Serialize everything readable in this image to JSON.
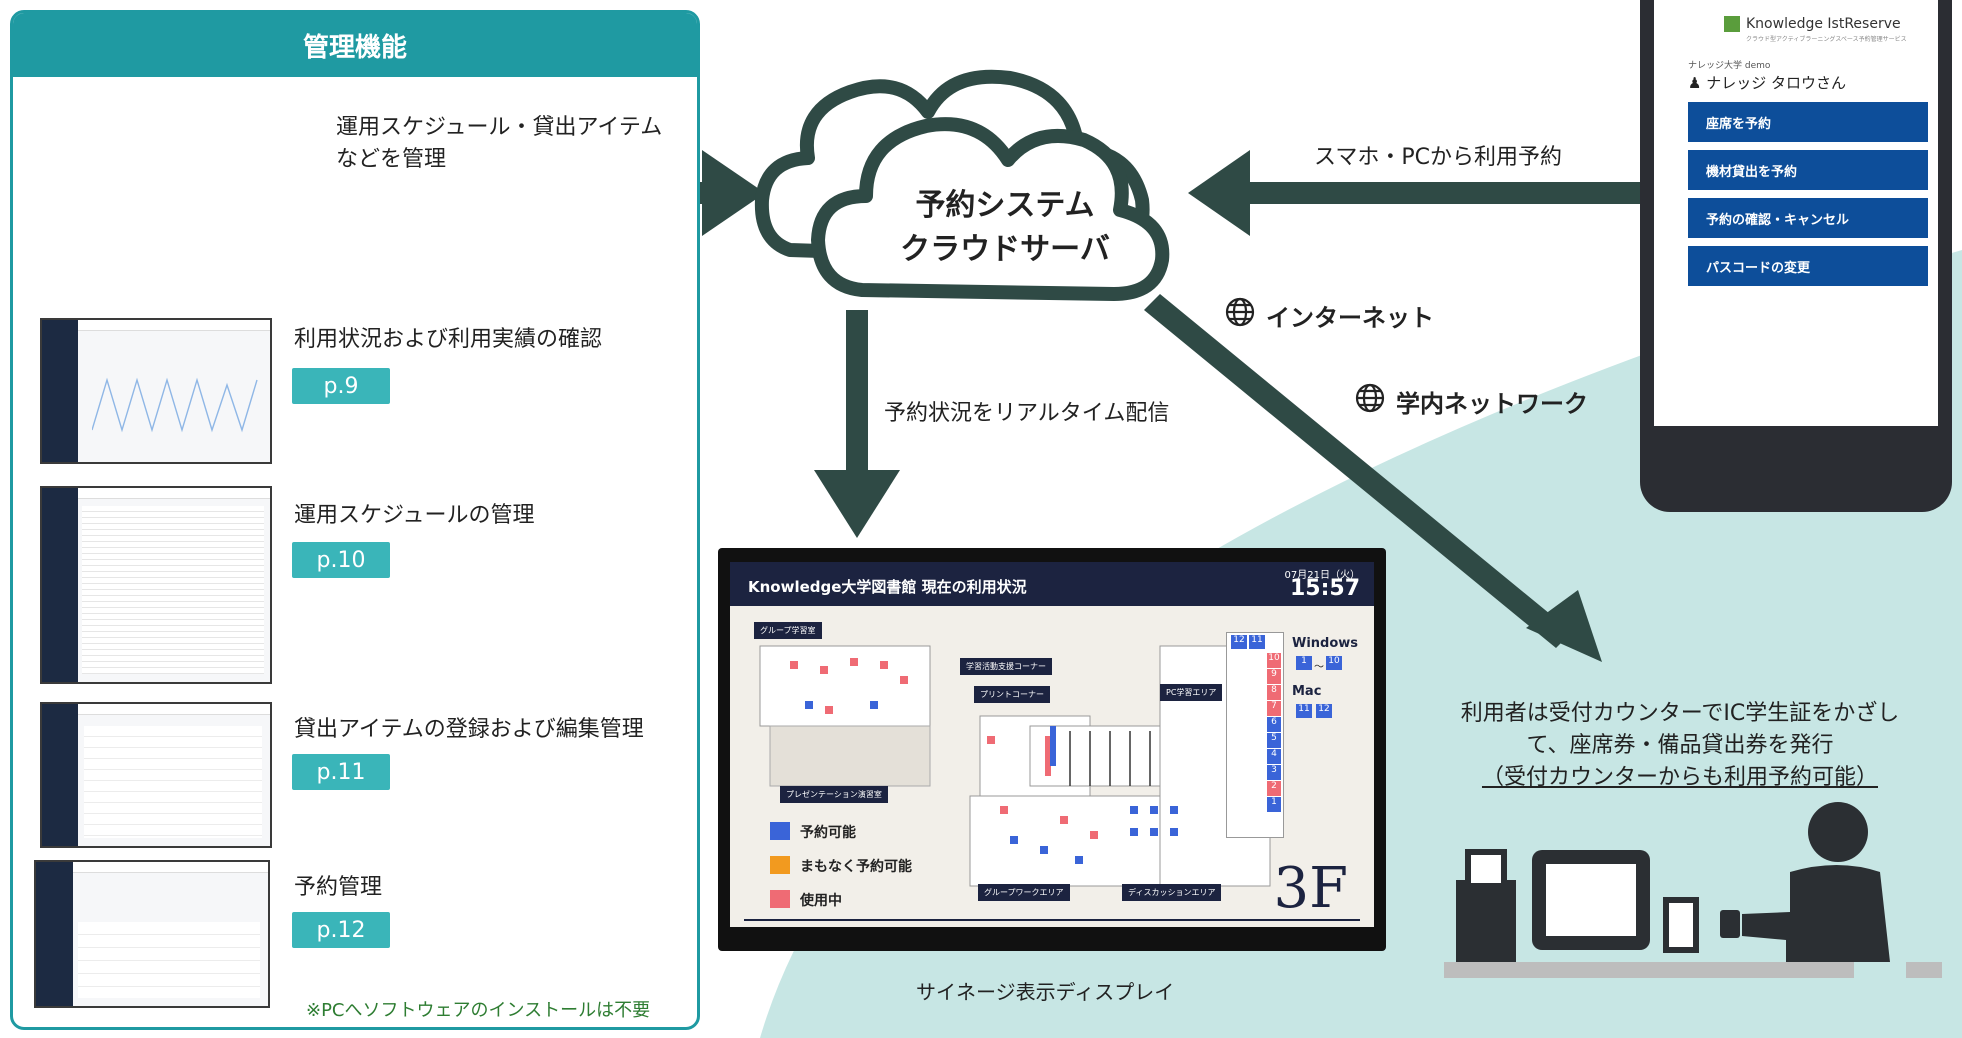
{
  "admin": {
    "title": "管理機能",
    "desc_line1": "運用スケジュール・貸出アイテム",
    "desc_line2": "などを管理",
    "features": [
      {
        "label": "利用状況および利用実績の確認",
        "page": "p.9"
      },
      {
        "label": "運用スケジュールの管理",
        "page": "p.10"
      },
      {
        "label": "貸出アイテムの登録および編集管理",
        "page": "p.11"
      },
      {
        "label": "予約管理",
        "page": "p.12"
      }
    ],
    "note": "※PCへソフトウェアのインストールは不要"
  },
  "cloud": {
    "line1": "予約システム",
    "line2": "クラウドサーバ"
  },
  "arrows": {
    "from_phone": "スマホ・PCから利用予約",
    "realtime": "予約状況をリアルタイム配信"
  },
  "network": {
    "internet": "インターネット",
    "campus": "学内ネットワーク"
  },
  "signage": {
    "title": "Knowledge大学図書館 現在の利用状況",
    "date": "07月21日（火）",
    "time": "15:57",
    "floor": "3F",
    "caption": "サイネージ表示ディスプレイ",
    "areas": {
      "group_study": "グループ学習室",
      "support_corner": "学習活動支援コーナー",
      "print_corner": "プリントコーナー",
      "pc_area": "PC学習エリア",
      "presentation": "プレゼンテーション演習室",
      "group_work": "グループワークエリア",
      "discussion": "ディスカッションエリア"
    },
    "legend": [
      {
        "label": "予約可能",
        "color": "#3a64d8"
      },
      {
        "label": "まもなく予約可能",
        "color": "#f29a1f"
      },
      {
        "label": "使用中",
        "color": "#ef6b74"
      }
    ],
    "os": {
      "windows": "Windows",
      "win_from": "1",
      "win_to": "10",
      "tilde": "～",
      "mac": "Mac",
      "mac_a": "11",
      "mac_b": "12"
    },
    "pc_numbers": [
      "12",
      "11",
      "10",
      "9",
      "8",
      "7",
      "6",
      "5",
      "4",
      "3",
      "2",
      "1"
    ]
  },
  "phone": {
    "brand": "Knowledge IstReserve",
    "tagline": "クラウド型アクティブラーニングスペース予約管理サービス",
    "univ": "ナレッジ大学 demo",
    "user": "ナレッジ タロウさん",
    "buttons": [
      "座席を予約",
      "機材貸出を予約",
      "予約の確認・キャンセル",
      "パスコードの変更"
    ]
  },
  "counter": {
    "line1": "利用者は受付カウンターでIC学生証をかざし",
    "line2": "て、座席券・備品貸出券を発行",
    "line3": "（受付カウンターからも利用予約可能）"
  },
  "colors": {
    "teal": "#1f9aa2",
    "arrow": "#2f4a45",
    "navy": "#1c2340",
    "blue_btn": "#0d4e9a",
    "light_teal": "#c7e6e4"
  }
}
